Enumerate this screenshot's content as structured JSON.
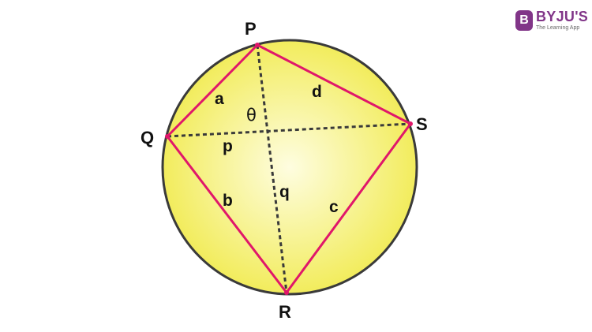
{
  "diagram": {
    "vertices": {
      "P": "P",
      "Q": "Q",
      "R": "R",
      "S": "S"
    },
    "sides": {
      "a": "a",
      "b": "b",
      "c": "c",
      "d": "d"
    },
    "diagonals": {
      "p": "p",
      "q": "q"
    },
    "angle": "θ",
    "colors": {
      "circle_fill_center": "#fefde0",
      "circle_fill_edge": "#f2ec5c",
      "circle_stroke": "#3a3a3a",
      "quadrilateral_stroke": "#e0176a",
      "diagonal_stroke": "#3a3a3a"
    }
  },
  "logo": {
    "badge_letter": "B",
    "brand": "BYJU'S",
    "tagline": "The Learning App",
    "color": "#813588"
  }
}
